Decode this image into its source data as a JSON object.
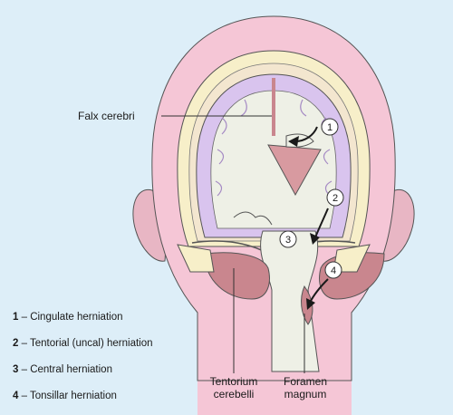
{
  "labels": {
    "falx": "Falx cerebri",
    "tentorium_line1": "Tentorium",
    "tentorium_line2": "cerebelli",
    "foramen_line1": "Foramen",
    "foramen_line2": "magnum"
  },
  "markers": [
    "1",
    "2",
    "3",
    "4"
  ],
  "legend": [
    {
      "num": "1",
      "text": " – Cingulate herniation"
    },
    {
      "num": "2",
      "text": " – Tentorial (uncal) herniation"
    },
    {
      "num": "3",
      "text": " – Central herniation"
    },
    {
      "num": "4",
      "text": " – Tonsillar herniation"
    }
  ],
  "colors": {
    "background": "#ddeef8",
    "scalp": "#f5c6d6",
    "brain": "#eef0e6",
    "gyri": "#d9c4ee",
    "cerebellum": "#c9868e",
    "bone": "#f7efc9",
    "ventricle": "#d89aa0"
  }
}
